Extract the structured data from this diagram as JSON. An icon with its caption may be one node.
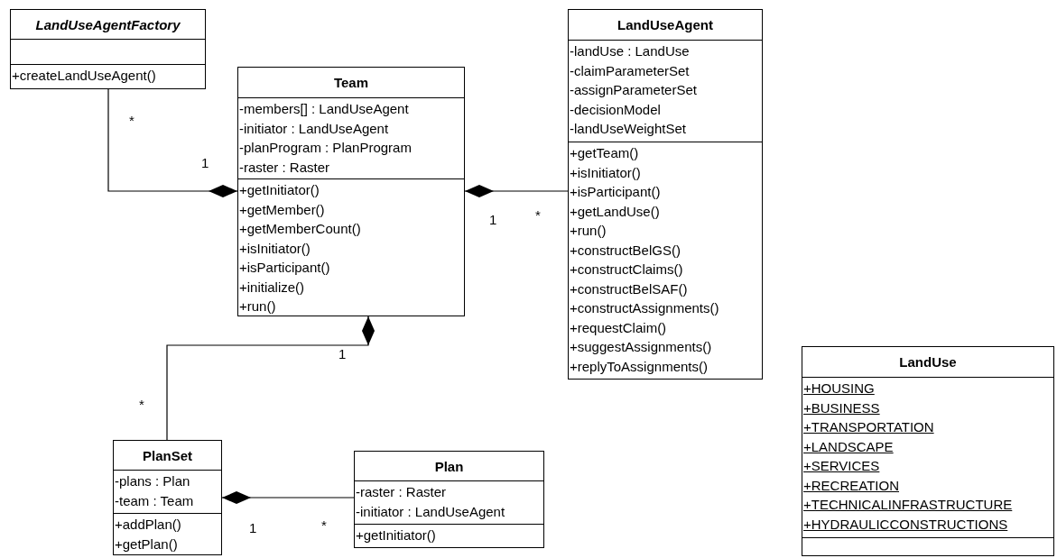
{
  "diagram": {
    "nodes": [
      {
        "text": [
          "LandUseAgentFactory"
        ]
      },
      {
        "text": [],
        "shape": "box",
        "in": 0
      },
      {
        "text": [
          "+createLandUseAgent()"
        ],
        "in": 0
      },
      {
        "text": [
          "Team"
        ]
      },
      {
        "text": [
          "-members[] : LandUseAgent",
          "-initiator : LandUseAgent",
          "-planProgram : PlanProgram",
          "-raster : Raster"
        ],
        "in": 3
      },
      {
        "text": [
          "+getInitiator()",
          "+getMember()",
          "+getMemberCount()",
          "+isInitiator()",
          "+isParticipant()",
          "+initialize()",
          "+run()"
        ],
        "in": 3
      },
      {
        "text": [
          "LandUseAgent"
        ]
      },
      {
        "text": [
          "-landUse : LandUse",
          "-claimParameterSet",
          "-assignParameterSet",
          "-decisionModel",
          "-landUseWeightSet"
        ],
        "in": 6
      },
      {
        "text": [
          "+getTeam()",
          "+isInitiator()",
          "+isParticipant()",
          "+getLandUse()",
          "+run()",
          "+constructBelGS()",
          "+constructClaims()",
          "+constructBelSAF()",
          "+constructAssignments()",
          "+requestClaim()",
          "+suggestAssignments()",
          "+replyToAssignments()"
        ],
        "in": 6
      },
      {
        "text": [
          "PlanSet"
        ]
      },
      {
        "text": [
          "-plans : Plan",
          "-team : Team"
        ],
        "in": 9
      },
      {
        "text": [
          "+addPlan()",
          "+getPlan()"
        ],
        "in": 9
      },
      {
        "text": [
          "Plan"
        ]
      },
      {
        "text": [
          "-raster : Raster",
          "-initiator : LandUseAgent"
        ],
        "in": 12
      },
      {
        "text": [
          "+getInitiator()"
        ],
        "in": 12
      },
      {
        "text": [
          "LandUse"
        ]
      },
      {
        "text": [
          "+HOUSING",
          "+BUSINESS",
          "+TRANSPORTATION",
          "+LANDSCAPE",
          "+SERVICES",
          "+RECREATION",
          "+TECHNICALINFRASTRUCTURE",
          "+HYDRAULICCONSTRUCTIONS"
        ],
        "in": 15
      },
      {
        "text": [],
        "shape": "box",
        "in": 15
      }
    ],
    "edges": [
      {
        "from": 3,
        "to": 0,
        "arrow": "other"
      },
      {
        "from": 3,
        "to": 6,
        "arrow": "other"
      },
      {
        "from": 3,
        "to": 9,
        "arrow": "other"
      },
      {
        "from": 9,
        "to": 12,
        "arrow": "other"
      }
    ],
    "labels": [
      "*",
      "1",
      "1",
      "*",
      "1",
      "*",
      "1",
      "*"
    ]
  }
}
